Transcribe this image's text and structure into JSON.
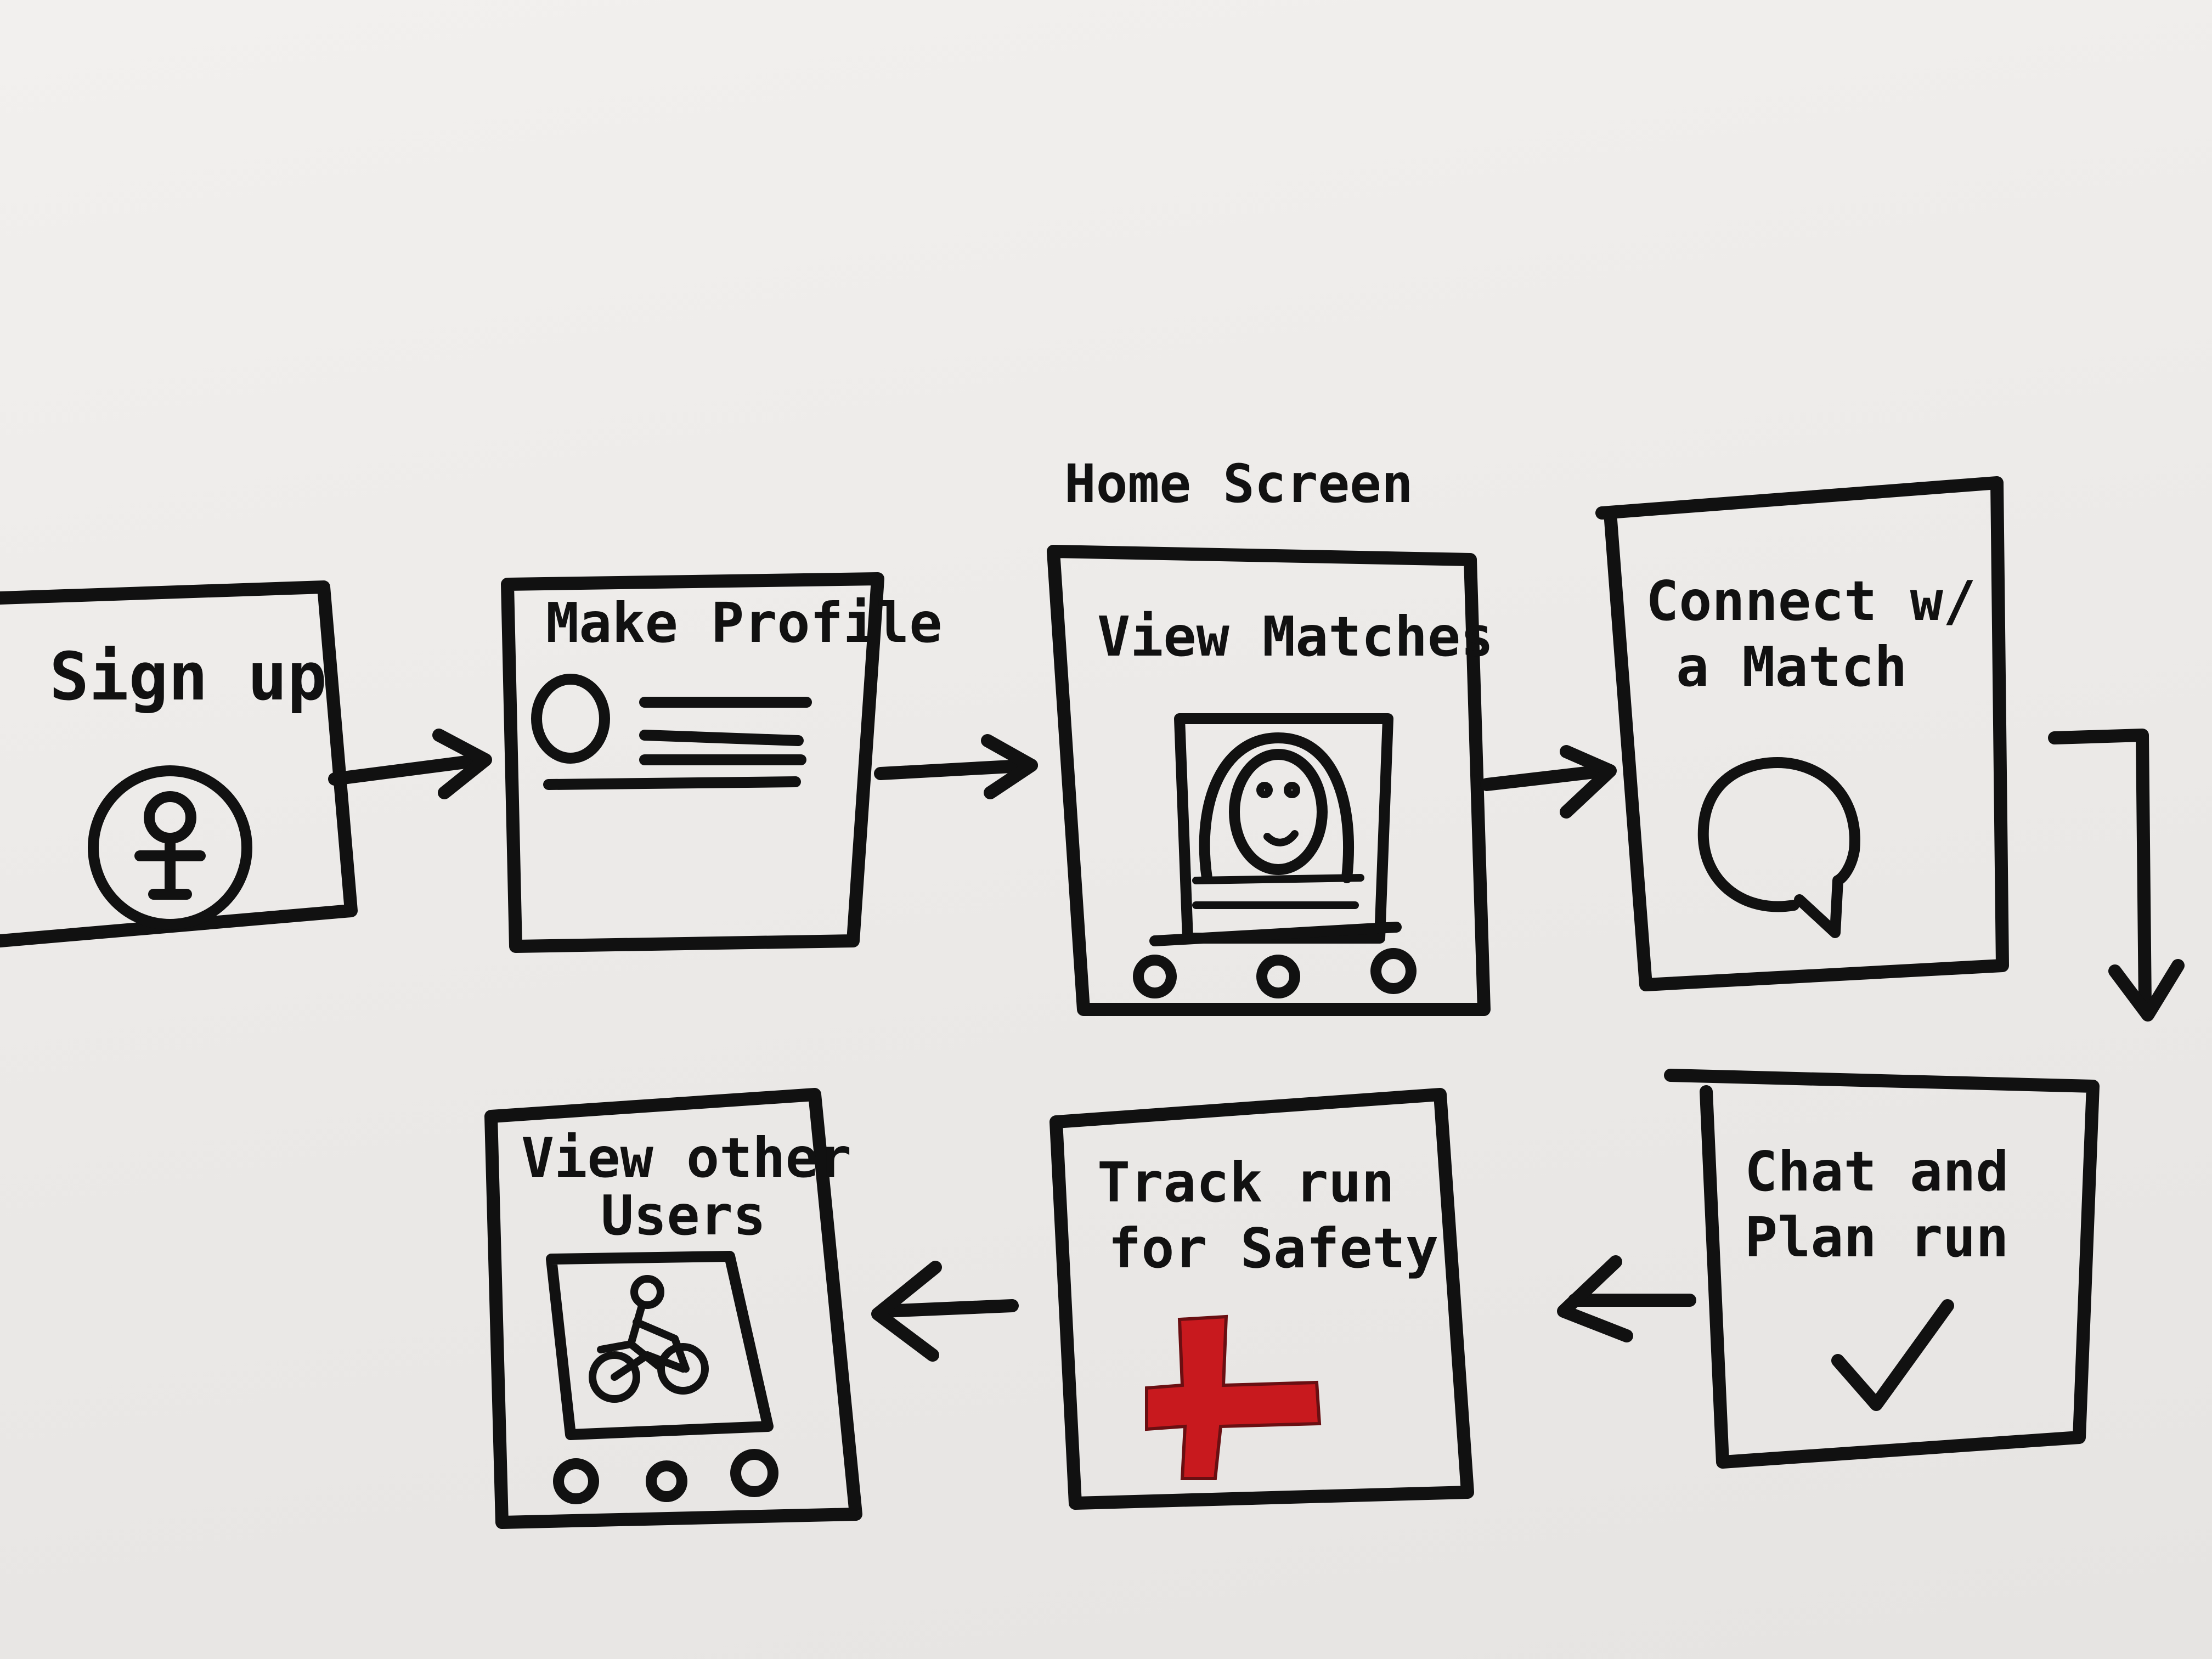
{
  "diagram": {
    "home_screen_label": "Home Screen",
    "steps": [
      {
        "id": "sign-up",
        "title": "Sign up",
        "icon": "user-avatar-icon"
      },
      {
        "id": "make-profile",
        "title": "Make Profile",
        "icon": "profile-form-icon"
      },
      {
        "id": "view-matches",
        "title": "View Matches",
        "icon": "match-card-icon"
      },
      {
        "id": "connect-match",
        "title_line1": "Connect w/",
        "title_line2": "a Match",
        "icon": "chat-bubble-icon"
      },
      {
        "id": "chat-plan-run",
        "title_line1": "Chat and",
        "title_line2": "Plan run",
        "icon": "checkmark-icon"
      },
      {
        "id": "track-run",
        "title_line1": "Track run",
        "title_line2": "for Safety",
        "icon": "red-cross-icon"
      },
      {
        "id": "view-other-users",
        "title_line1": "View other",
        "title_line2": "Users",
        "icon": "cyclist-card-icon"
      }
    ],
    "colors": {
      "ink": "#111111",
      "cross": "#c8191e",
      "paper": "#efedeb"
    }
  }
}
